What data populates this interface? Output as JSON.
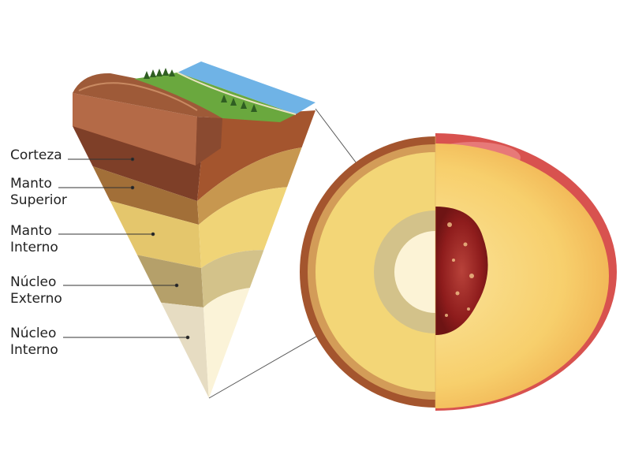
{
  "labels": [
    {
      "line1": "Corteza",
      "line2": ""
    },
    {
      "line1": "Manto",
      "line2": "Superior"
    },
    {
      "line1": "Manto",
      "line2": "Interno"
    },
    {
      "line1": "Núcleo",
      "line2": "Externo"
    },
    {
      "line1": "Núcleo",
      "line2": "Interno"
    }
  ],
  "colors": {
    "crust": "#8a4a30",
    "upper_mantle": "#b38648",
    "lower_mantle": "#ecd27c",
    "outer_core": "#c4b07a",
    "inner_core": "#f3ead2",
    "peach_flesh": "#f6d070",
    "peach_pit": "#8e1c1c",
    "sky": "#6fb3e6",
    "grass": "#6aa83e"
  }
}
